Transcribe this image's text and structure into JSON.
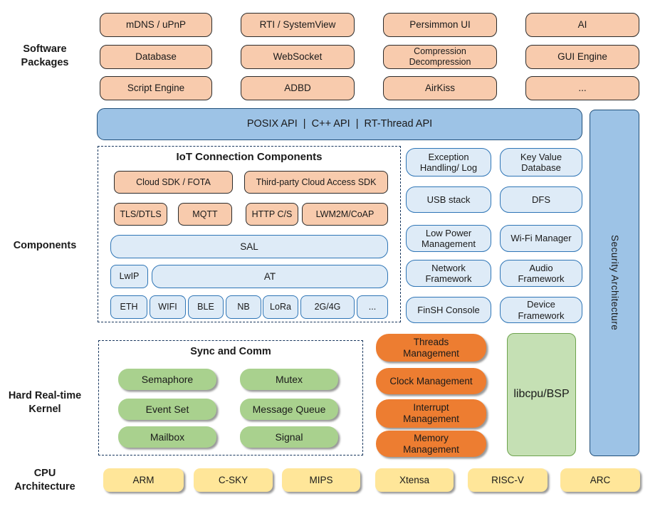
{
  "section_labels": {
    "software": "Software Packages",
    "components": "Components",
    "kernel": "Hard Real-time Kernel",
    "cpu": "CPU Architecture"
  },
  "software_packages": [
    "mDNS / uPnP",
    "RTI / SystemView",
    "Persimmon UI",
    "AI",
    "Database",
    "WebSocket",
    "Compression Decompression",
    "GUI Engine",
    "Script Engine",
    "ADBD",
    "AirKiss",
    "..."
  ],
  "api_bar": "POSIX API  |  C++ API  |  RT-Thread API",
  "security_bar": "Security Architecture",
  "iot": {
    "title": "IoT Connection Components",
    "cloud_sdk": "Cloud SDK / FOTA",
    "third_party": "Third-party Cloud Access SDK",
    "protocols": [
      "TLS/DTLS",
      "MQTT",
      "HTTP C/S",
      "LWM2M/CoAP"
    ],
    "sal": "SAL",
    "lwip": "LwIP",
    "at": "AT",
    "links": [
      "ETH",
      "WIFI",
      "BLE",
      "NB",
      "LoRa",
      "2G/4G",
      "..."
    ]
  },
  "services": [
    "Exception Handling/ Log",
    "Key Value Database",
    "USB stack",
    "DFS",
    "Low Power Management",
    "Wi-Fi Manager",
    "Network Framework",
    "Audio Framework",
    "FinSH Console",
    "Device Framework"
  ],
  "kernel": {
    "sync_title": "Sync and Comm",
    "sync_items": [
      "Semaphore",
      "Mutex",
      "Event Set",
      "Message Queue",
      "Mailbox",
      "Signal"
    ],
    "management": [
      "Threads Management",
      "Clock Management",
      "Interrupt Management",
      "Memory Management"
    ],
    "libcpu": "libcpu/BSP"
  },
  "cpu_archs": [
    "ARM",
    "C-SKY",
    "MIPS",
    "Xtensa",
    "RISC-V",
    "ARC"
  ],
  "colors": {
    "package_orange": "#F8CBAD",
    "api_blue": "#9DC3E6",
    "component_lightblue": "#DEEBF7",
    "kernel_green": "#A9D18E",
    "management_orange": "#ED7D31",
    "libcpu_green": "#C5E0B4",
    "cpu_yellow": "#FFE699",
    "navy_border": "#1F4E79",
    "blue_border": "#2E75B6",
    "dashed_navy": "#17365D"
  }
}
